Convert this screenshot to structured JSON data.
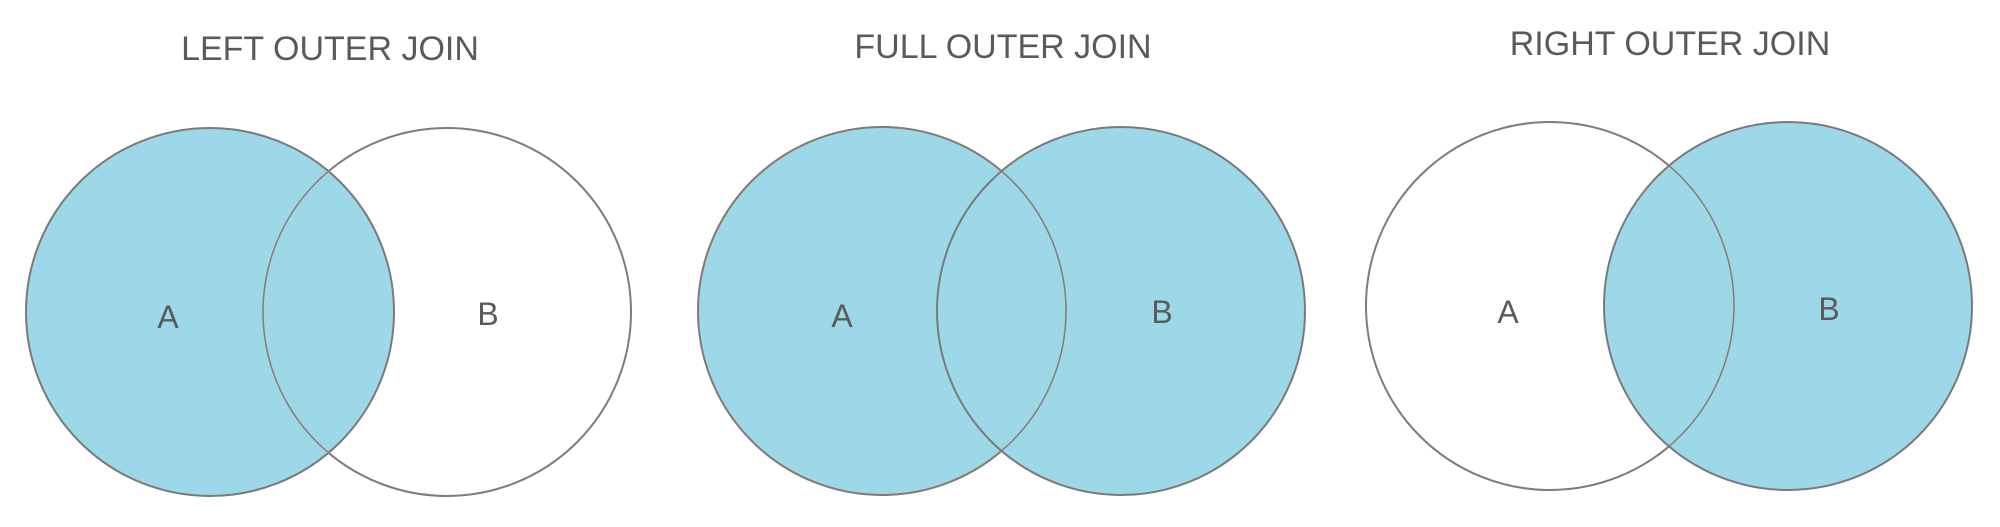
{
  "colors": {
    "fill": "#9dd8e8",
    "outline": "#7a7a7a",
    "text": "#5a5a5a",
    "background": "#ffffff"
  },
  "diagrams": [
    {
      "title": "LEFT OUTER JOIN",
      "set_a": {
        "label": "A",
        "highlighted": true
      },
      "set_b": {
        "label": "B",
        "highlighted": false
      },
      "intersection_highlighted": true
    },
    {
      "title": "FULL OUTER JOIN",
      "set_a": {
        "label": "A",
        "highlighted": true
      },
      "set_b": {
        "label": "B",
        "highlighted": true
      },
      "intersection_highlighted": true
    },
    {
      "title": "RIGHT OUTER JOIN",
      "set_a": {
        "label": "A",
        "highlighted": false
      },
      "set_b": {
        "label": "B",
        "highlighted": true
      },
      "intersection_highlighted": true
    }
  ]
}
